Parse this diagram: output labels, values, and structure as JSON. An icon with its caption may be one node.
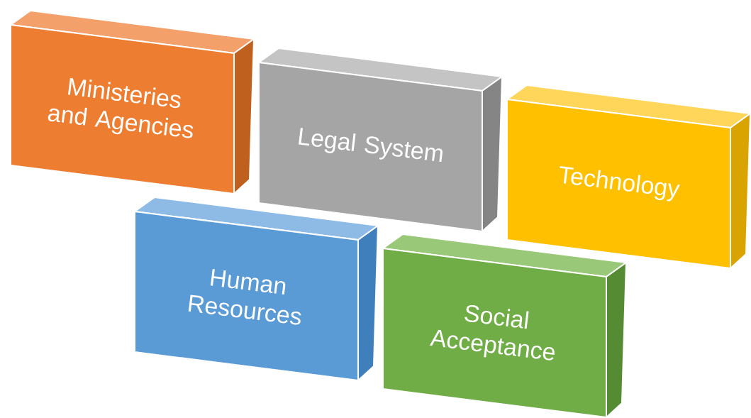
{
  "diagram": {
    "nodes": [
      {
        "text": [
          "Ministeries and Agencies"
        ]
      },
      {
        "text": [
          "Legal System"
        ]
      },
      {
        "text": [
          "Technology"
        ]
      },
      {
        "text": [
          "Human Resources"
        ]
      },
      {
        "text": [
          "Social Acceptance"
        ]
      }
    ]
  }
}
